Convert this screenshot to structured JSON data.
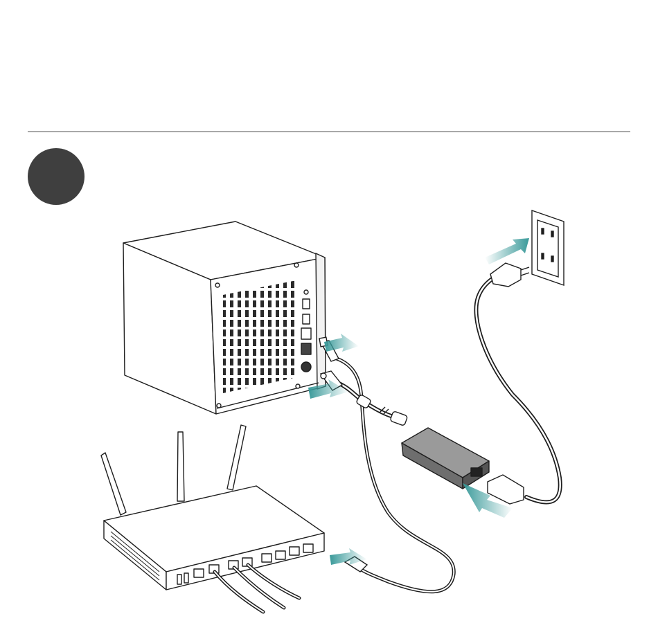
{
  "step": {
    "number": ""
  },
  "colors": {
    "arrow": "#3a9a9a",
    "line": "#1e1e1e",
    "badge": "#3f3f3f",
    "adapter_fill": "#7a7a7a",
    "device_fill": "#ffffff"
  },
  "components": [
    {
      "name": "nas-enclosure",
      "icon": "nas-box-icon"
    },
    {
      "name": "wireless-router",
      "icon": "router-icon"
    },
    {
      "name": "power-adapter",
      "icon": "power-brick-icon"
    },
    {
      "name": "wall-outlet",
      "icon": "outlet-icon"
    }
  ],
  "connections": [
    {
      "from": "router-lan-port",
      "to": "nas-ethernet-port",
      "cable": "ethernet"
    },
    {
      "from": "power-adapter",
      "to": "nas-dc-in",
      "cable": "dc-power"
    },
    {
      "from": "power-adapter",
      "to": "wall-outlet",
      "cable": "ac-power"
    }
  ]
}
